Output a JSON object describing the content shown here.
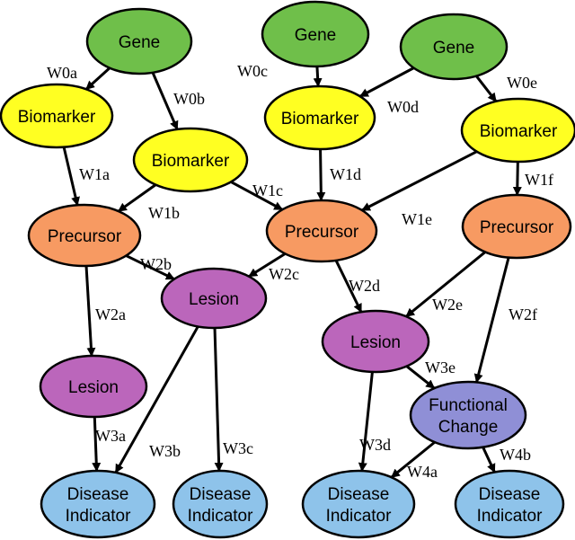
{
  "colors": {
    "gene": "#6fbf4a",
    "biomarker": "#ffff22",
    "precursor": "#f79a62",
    "lesion": "#bb66bb",
    "functional": "#8f8fd6",
    "indicator": "#8ec3ea",
    "edge": "#000000"
  },
  "nodes": [
    {
      "id": "gene1",
      "kind": "gene",
      "lines": [
        "Gene"
      ]
    },
    {
      "id": "gene2",
      "kind": "gene",
      "lines": [
        "Gene"
      ]
    },
    {
      "id": "gene3",
      "kind": "gene",
      "lines": [
        "Gene"
      ]
    },
    {
      "id": "bio1",
      "kind": "biomarker",
      "lines": [
        "Biomarker"
      ]
    },
    {
      "id": "bio2",
      "kind": "biomarker",
      "lines": [
        "Biomarker"
      ]
    },
    {
      "id": "bio3",
      "kind": "biomarker",
      "lines": [
        "Biomarker"
      ]
    },
    {
      "id": "bio4",
      "kind": "biomarker",
      "lines": [
        "Biomarker"
      ]
    },
    {
      "id": "pre1",
      "kind": "precursor",
      "lines": [
        "Precursor"
      ]
    },
    {
      "id": "pre2",
      "kind": "precursor",
      "lines": [
        "Precursor"
      ]
    },
    {
      "id": "pre3",
      "kind": "precursor",
      "lines": [
        "Precursor"
      ]
    },
    {
      "id": "les1",
      "kind": "lesion",
      "lines": [
        "Lesion"
      ]
    },
    {
      "id": "les2",
      "kind": "lesion",
      "lines": [
        "Lesion"
      ]
    },
    {
      "id": "les3",
      "kind": "lesion",
      "lines": [
        "Lesion"
      ]
    },
    {
      "id": "func",
      "kind": "functional",
      "lines": [
        "Functional",
        "Change"
      ]
    },
    {
      "id": "ind1",
      "kind": "indicator",
      "lines": [
        "Disease",
        "Indicator"
      ]
    },
    {
      "id": "ind2",
      "kind": "indicator",
      "lines": [
        "Disease",
        "Indicator"
      ]
    },
    {
      "id": "ind3",
      "kind": "indicator",
      "lines": [
        "Disease",
        "Indicator"
      ]
    },
    {
      "id": "ind4",
      "kind": "indicator",
      "lines": [
        "Disease",
        "Indicator"
      ]
    }
  ],
  "edges": [
    {
      "from": "gene1",
      "to": "bio1",
      "label": "W0a"
    },
    {
      "from": "gene1",
      "to": "bio2",
      "label": "W0b"
    },
    {
      "from": "gene2",
      "to": "bio3",
      "label": "W0c"
    },
    {
      "from": "gene3",
      "to": "bio3",
      "label": "W0d"
    },
    {
      "from": "gene3",
      "to": "bio4",
      "label": "W0e"
    },
    {
      "from": "bio1",
      "to": "pre1",
      "label": "W1a"
    },
    {
      "from": "bio2",
      "to": "pre1",
      "label": "W1b"
    },
    {
      "from": "bio2",
      "to": "pre2",
      "label": "W1c"
    },
    {
      "from": "bio3",
      "to": "pre2",
      "label": "W1d"
    },
    {
      "from": "bio4",
      "to": "pre2",
      "label": "W1e"
    },
    {
      "from": "bio4",
      "to": "pre3",
      "label": "W1f"
    },
    {
      "from": "pre1",
      "to": "les2",
      "label": "W2a"
    },
    {
      "from": "pre1",
      "to": "les1",
      "label": "W2b"
    },
    {
      "from": "pre2",
      "to": "les1",
      "label": "W2c"
    },
    {
      "from": "pre2",
      "to": "les3",
      "label": "W2d"
    },
    {
      "from": "pre3",
      "to": "les3",
      "label": "W2e"
    },
    {
      "from": "pre3",
      "to": "func",
      "label": "W2f"
    },
    {
      "from": "les2",
      "to": "ind1",
      "label": "W3a"
    },
    {
      "from": "les1",
      "to": "ind1",
      "label": "W3b"
    },
    {
      "from": "les1",
      "to": "ind2",
      "label": "W3c"
    },
    {
      "from": "les3",
      "to": "ind3",
      "label": "W3d"
    },
    {
      "from": "les3",
      "to": "func",
      "label": "W3e"
    },
    {
      "from": "func",
      "to": "ind3",
      "label": "W4a"
    },
    {
      "from": "func",
      "to": "ind4",
      "label": "W4b"
    }
  ]
}
